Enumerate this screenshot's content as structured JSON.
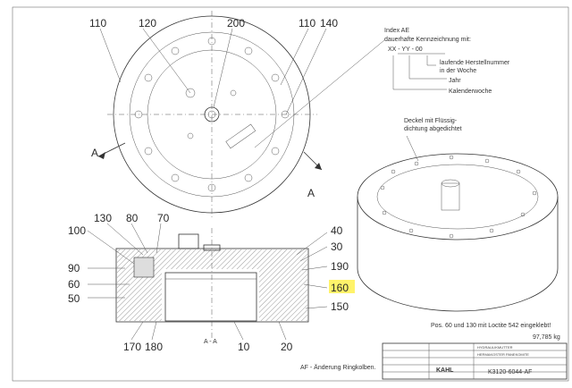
{
  "index_note": {
    "line1": "Index AE",
    "line2": "dauerhafte Kennzeichnung mit:",
    "line3": "XX - YY - 00",
    "item1": "laufende Herstellnummer",
    "item1b": "in der Woche",
    "item2": "Jahr",
    "item3": "Kalenderwoche"
  },
  "top_view_labels": [
    "110",
    "120",
    "200",
    "110",
    "140"
  ],
  "section_letter_a_left": "A",
  "section_letter_a_right": "A",
  "section_labels_left": [
    "100",
    "130",
    "80",
    "70",
    "90",
    "60",
    "50"
  ],
  "section_labels_right": [
    "40",
    "30",
    "190",
    "160",
    "150"
  ],
  "section_labels_bottom": [
    "170",
    "180",
    "10",
    "20"
  ],
  "section_title": "A - A",
  "iso_note": {
    "line1": "Deckel mit Flüssig-",
    "line2": "dichtung abgedichtet"
  },
  "pos_note": "Pos. 60 und 130 mit Loctite 542 eingeklebt!",
  "weight": "97,785 kg",
  "change_note": "AF - Änderung Ringkolben.",
  "title_block": {
    "title": "HYDRAULIKMUTTER",
    "subtitle": "HERMAKOSTER PANEKOMITE",
    "company": "KAHL",
    "drawing_no": "K3120-6044-AF"
  },
  "colors": {
    "line": "#333333",
    "highlight": "#fff36a"
  }
}
